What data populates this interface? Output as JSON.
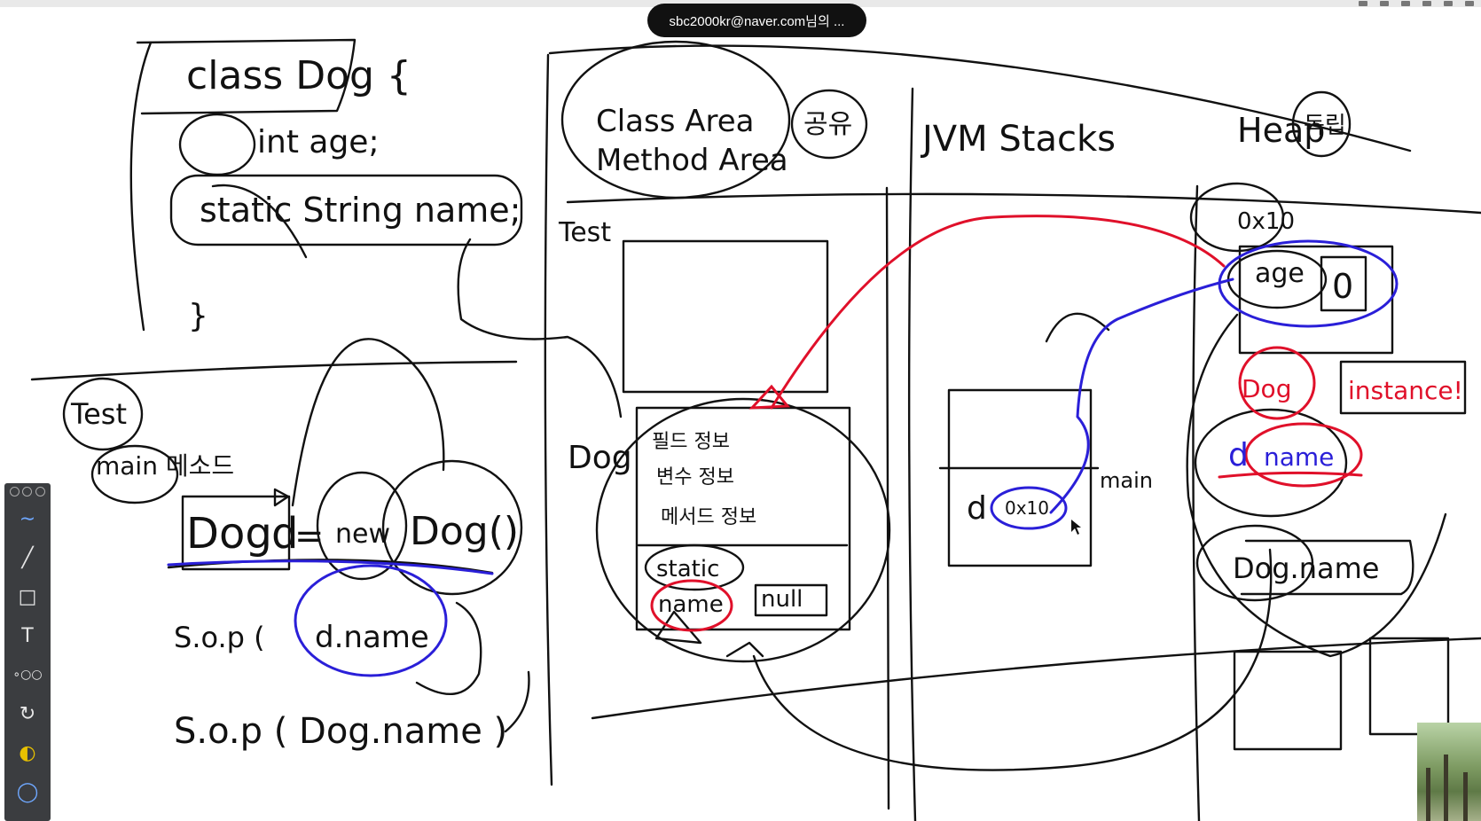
{
  "notification": {
    "text": "sbc2000kr@naver.com님의 ..."
  },
  "toolbar": {
    "tools": [
      {
        "name": "pen",
        "icon": "pen-icon",
        "glyph": "∼"
      },
      {
        "name": "line",
        "icon": "line-icon",
        "glyph": "╱"
      },
      {
        "name": "rectangle",
        "icon": "rectangle-icon",
        "glyph": "□"
      },
      {
        "name": "text",
        "icon": "text-icon",
        "glyph": "T"
      },
      {
        "name": "more",
        "icon": "more-icon",
        "glyph": "∘○○"
      },
      {
        "name": "undo",
        "icon": "refresh-icon",
        "glyph": "↻"
      },
      {
        "name": "color",
        "icon": "color-picker-icon",
        "glyph": "◐"
      },
      {
        "name": "timer",
        "icon": "timer-icon",
        "glyph": "◯"
      }
    ]
  },
  "board": {
    "class_def": {
      "line1": "class Dog {",
      "line2": "int age;",
      "line3": "static String name;",
      "line4": "}"
    },
    "test_panel": {
      "label": "Test",
      "main_label": "main 메소드",
      "statement_parts": [
        "Dog",
        "d",
        "=",
        "new",
        "Dog()"
      ],
      "sop1_prefix": "S.o.p (",
      "sop1_arg": "d.name",
      "sop2": "S.o.p ( Dog.name )"
    },
    "class_area": {
      "title_line1": "Class Area",
      "title_line2": "Method Area",
      "shared_label": "공유",
      "test_label": "Test",
      "dog_label": "Dog",
      "info_lines": [
        "필드 정보",
        "변수 정보",
        "메서드 정보"
      ],
      "static_label": "static",
      "name_cell": "name",
      "null_cell": "null"
    },
    "jvm_stacks": {
      "title": "JVM Stacks",
      "var": "d",
      "address": "0x10",
      "frame_label": "main"
    },
    "heap": {
      "title": "Heap",
      "own_label": "독립",
      "address": "0x10",
      "field": "age",
      "field_value": "0",
      "class_label": "Dog",
      "instance_label": "instance!",
      "ref_var": "d",
      "ref_field": "name",
      "static_ref": "Dog.name"
    }
  },
  "colors": {
    "ink": "#111111",
    "red": "#e0102a",
    "blue": "#2a1fd8"
  }
}
